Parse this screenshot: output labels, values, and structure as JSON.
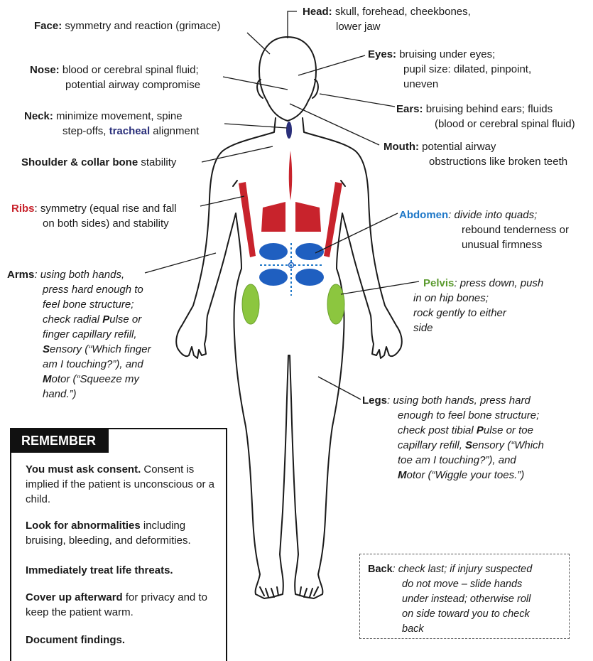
{
  "labels": {
    "head": {
      "title": "Head:",
      "line1": " skull, forehead, cheekbones,",
      "line2": "lower jaw"
    },
    "face": {
      "title": "Face:",
      "text": " symmetry and reaction (grimace)"
    },
    "eyes": {
      "title": "Eyes:",
      "line1": " bruising under eyes;",
      "line2": "pupil size: dilated, pinpoint,",
      "line3": "uneven"
    },
    "nose": {
      "title": "Nose:",
      "line1": " blood or cerebral spinal fluid;",
      "line2": "potential airway compromise"
    },
    "ears": {
      "title": "Ears:",
      "line1": " bruising behind ears; fluids",
      "line2": "(blood or cerebral spinal fluid)"
    },
    "neck": {
      "title": "Neck:",
      "line1": " minimize movement, spine",
      "line2a": "step-offs, ",
      "line2b": "tracheal",
      "line2c": " alignment"
    },
    "mouth": {
      "title": "Mouth:",
      "line1": " potential airway",
      "line2": "obstructions like broken teeth"
    },
    "shoulder": {
      "title": "Shoulder & collar bone",
      "text": " stability"
    },
    "ribs": {
      "title": "Ribs",
      "line1": ": symmetry (equal rise and fall",
      "line2": "on both sides) and stability"
    },
    "abdomen": {
      "title": "Abdomen",
      "line1": ": divide into quads;",
      "line2": "rebound tenderness or",
      "line3": "unusual firmness"
    },
    "arms": {
      "title": "Arms",
      "line1": ": using both hands,",
      "line2": "press hard enough to",
      "line3": "feel bone structure;",
      "line4a": "check radial ",
      "line4b": "P",
      "line4c": "ulse or",
      "line5": "finger capillary refill,",
      "line6a": "S",
      "line6b": "ensory (“Which finger",
      "line7": "am I touching?”), and",
      "line8a": "M",
      "line8b": "otor (“Squeeze my",
      "line9": "hand.”)"
    },
    "pelvis": {
      "title": "Pelvis",
      "line1": ": press down, push",
      "line2": "in on hip bones;",
      "line3": "rock gently to either",
      "line4": "side"
    },
    "legs": {
      "title": "Legs",
      "line1": ": using both hands, press hard",
      "line2": "enough to feel bone structure;",
      "line3a": "check post tibial ",
      "line3b": "P",
      "line3c": "ulse or toe",
      "line4a": "capillary refill, ",
      "line4b": "S",
      "line4c": "ensory (“Which",
      "line5": "toe am I touching?”), and",
      "line6a": "M",
      "line6b": "otor (“Wiggle your toes.”)"
    },
    "back": {
      "title": "Back",
      "line1": ": check last; if injury suspected",
      "line2": "do not move – slide hands",
      "line3": "under instead; otherwise roll",
      "line4": "on side toward you to check",
      "line5": "back"
    }
  },
  "remember": {
    "heading": "REMEMBER",
    "p1_bold": "You must ask consent.",
    "p1_rest": " Consent is implied if the patient is unconscious or a child.",
    "p2_bold": "Look for abnormalities",
    "p2_rest": " including bruising, bleeding, and deformities.",
    "p3_bold": "Immediately treat life threats.",
    "p4_bold": "Cover up afterward",
    "p4_rest": " for privacy and to keep the patient warm.",
    "p5_bold": "Document findings."
  },
  "colors": {
    "ribs": "#c8232c",
    "abdomen": "#1f78c8",
    "pelvis": "#8cc63f",
    "trachea": "#2a2f7a",
    "outline": "#1a1a1a"
  }
}
